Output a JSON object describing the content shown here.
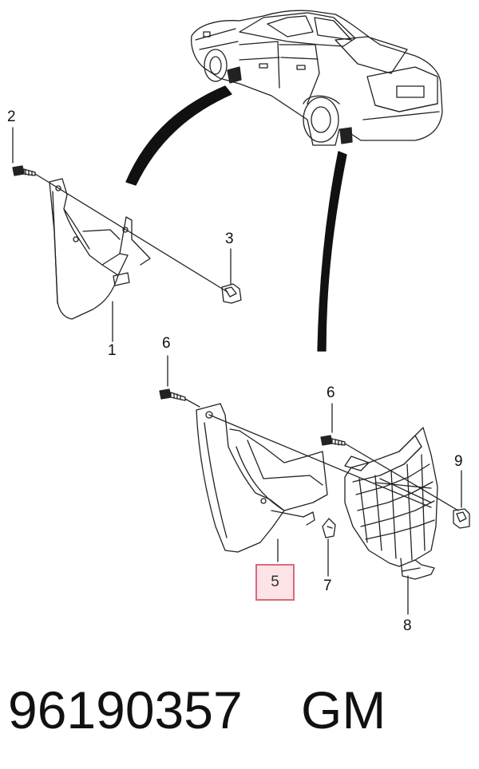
{
  "diagram": {
    "callouts": {
      "c1": "1",
      "c2": "2",
      "c3": "3",
      "c5": "5",
      "c6a": "6",
      "c6b": "6",
      "c7": "7",
      "c8": "8",
      "c9": "9"
    },
    "highlight_color": "#d76b7a"
  },
  "caption": {
    "part_number": "96190357",
    "brand": "GM"
  }
}
